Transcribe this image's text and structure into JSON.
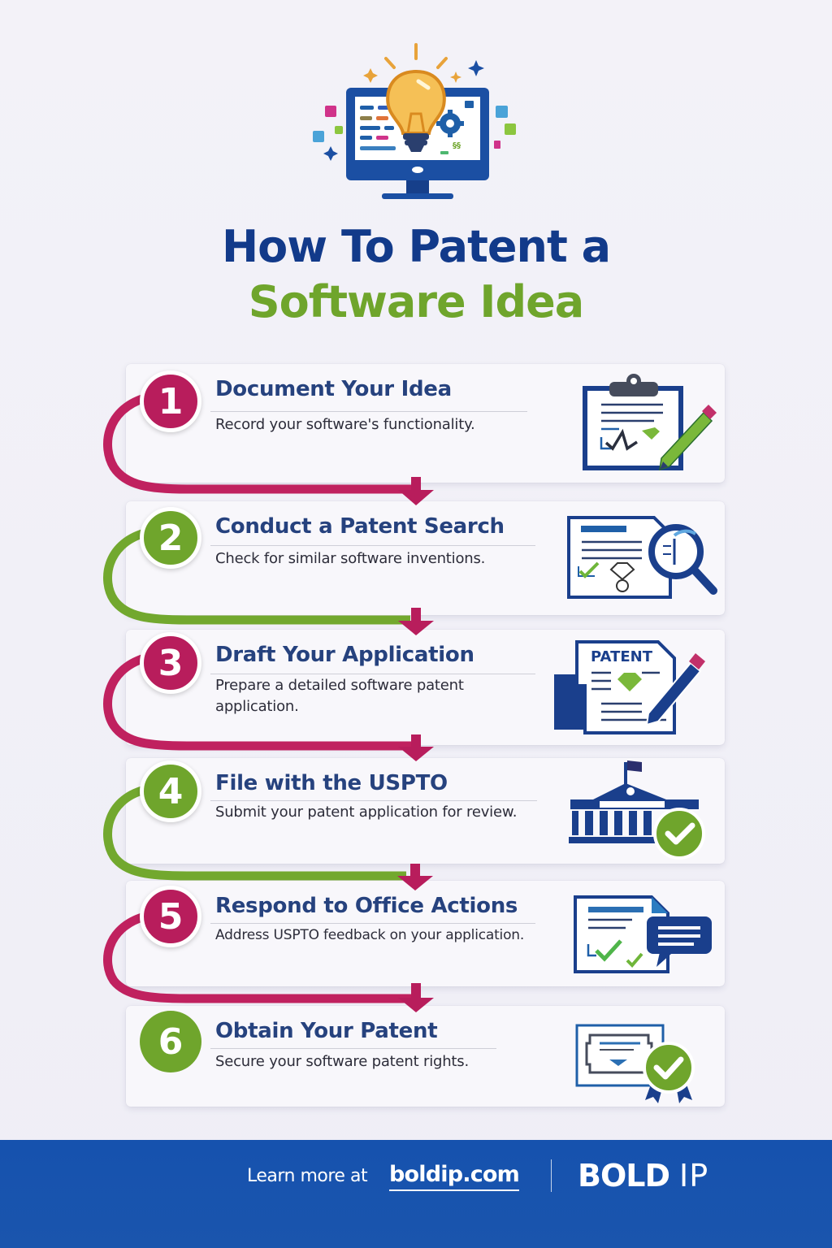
{
  "title": {
    "line1": "How To Patent a",
    "line2": "Software Idea"
  },
  "colors": {
    "navy": "#123a8a",
    "green": "#6fa52c",
    "magenta": "#b81d5c",
    "footer_blue": "#1652ae"
  },
  "hero_icon": "computer-lightbulb-idea-icon",
  "steps": [
    {
      "number": "1",
      "title": "Document Your Idea",
      "description": "Record your software's functionality.",
      "icon": "clipboard-pencil-icon",
      "badge_color": "magenta"
    },
    {
      "number": "2",
      "title": "Conduct a Patent Search",
      "description": "Check for similar software inventions.",
      "icon": "document-magnifier-icon",
      "badge_color": "green"
    },
    {
      "number": "3",
      "title": "Draft Your Application",
      "description": "Prepare a detailed software patent application.",
      "icon": "patent-document-pencil-icon",
      "icon_label": "PATENT",
      "badge_color": "magenta"
    },
    {
      "number": "4",
      "title": "File with the USPTO",
      "description": "Submit your patent application for review.",
      "icon": "government-building-check-icon",
      "badge_color": "green"
    },
    {
      "number": "5",
      "title": "Respond to Office Actions",
      "description": "Address USPTO feedback on your application.",
      "icon": "document-chat-bubble-icon",
      "badge_color": "magenta"
    },
    {
      "number": "6",
      "title": "Obtain Your Patent",
      "description": "Secure your software patent rights.",
      "icon": "certificate-award-icon",
      "badge_color": "green"
    }
  ],
  "footer": {
    "learn_more": "Learn more at",
    "link": "boldip.com",
    "brand_bold": "BOLD",
    "brand_light": "IP"
  }
}
